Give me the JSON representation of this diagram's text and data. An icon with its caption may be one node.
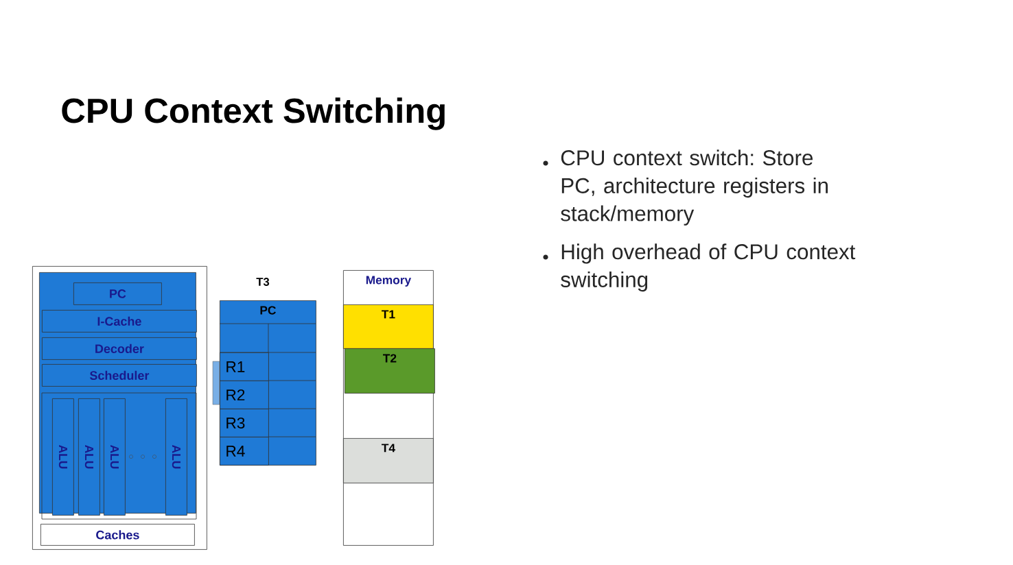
{
  "diagram": {
    "title": "CPU Context Switching",
    "nodes": [
      {
        "text": [],
        "shape": "box"
      },
      {
        "text": [],
        "shape": "box",
        "in": 0
      },
      {
        "text": [
          "PC"
        ],
        "in": 1
      },
      {
        "text": [
          "I-Cache"
        ],
        "in": 1
      },
      {
        "text": [
          "Decoder"
        ],
        "in": 1
      },
      {
        "text": [
          "Scheduler"
        ],
        "in": 1
      },
      {
        "text": [
          "ALU"
        ],
        "in": 1
      },
      {
        "text": [
          "ALU"
        ],
        "in": 1
      },
      {
        "text": [
          "ALU"
        ],
        "in": 1
      },
      {
        "text": [
          "ALU"
        ],
        "in": 1
      },
      {
        "text": [
          "Caches"
        ],
        "in": 0
      },
      {
        "text": [
          "PC"
        ],
        "beside": [
          "T3"
        ]
      },
      {
        "text": [
          "R1"
        ],
        "in": 11
      },
      {
        "text": [
          "R2"
        ],
        "in": 11
      },
      {
        "text": [
          "R3"
        ],
        "in": 11
      },
      {
        "text": [
          "R4"
        ],
        "in": 11
      },
      {
        "text": [
          "Memory"
        ]
      },
      {
        "text": [
          "T1"
        ],
        "in": 16
      },
      {
        "text": [
          "T2"
        ],
        "in": 16
      },
      {
        "text": [
          "T4"
        ],
        "in": 16
      }
    ],
    "edges": [],
    "labels": [
      "CPU context switch: Store PC, architecture registers in stack/memory",
      "High overhead of CPU context switching"
    ]
  }
}
